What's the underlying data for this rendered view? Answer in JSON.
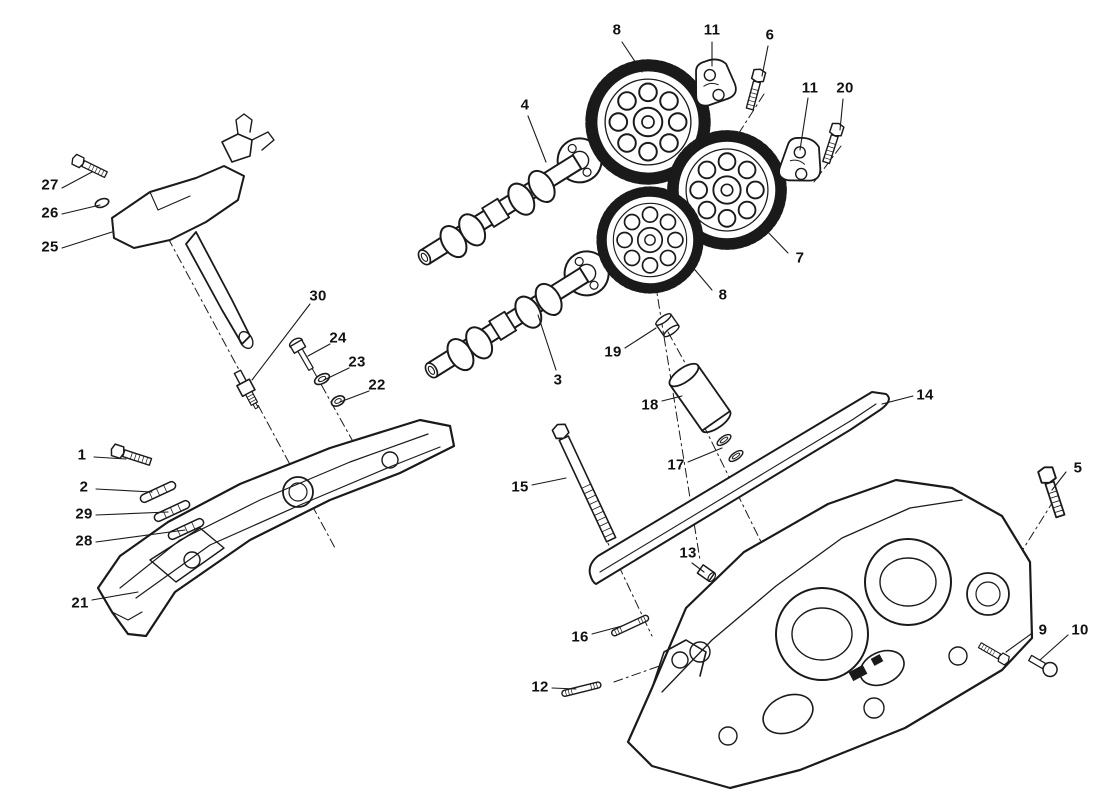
{
  "diagram": {
    "kind": "exploded-parts-diagram",
    "background_color": "#ffffff",
    "line_color": "#1a1a1a",
    "callouts": [
      {
        "label": "27"
      },
      {
        "label": "26"
      },
      {
        "label": "25"
      },
      {
        "label": "30"
      },
      {
        "label": "24"
      },
      {
        "label": "23"
      },
      {
        "label": "22"
      },
      {
        "label": "1"
      },
      {
        "label": "2"
      },
      {
        "label": "29"
      },
      {
        "label": "28"
      },
      {
        "label": "21"
      },
      {
        "label": "4"
      },
      {
        "label": "3"
      },
      {
        "label": "8"
      },
      {
        "label": "11"
      },
      {
        "label": "6"
      },
      {
        "label": "11"
      },
      {
        "label": "20"
      },
      {
        "label": "7"
      },
      {
        "label": "8"
      },
      {
        "label": "19"
      },
      {
        "label": "18"
      },
      {
        "label": "14"
      },
      {
        "label": "15"
      },
      {
        "label": "17"
      },
      {
        "label": "5"
      },
      {
        "label": "13"
      },
      {
        "label": "16"
      },
      {
        "label": "12"
      },
      {
        "label": "9"
      },
      {
        "label": "10"
      }
    ]
  }
}
